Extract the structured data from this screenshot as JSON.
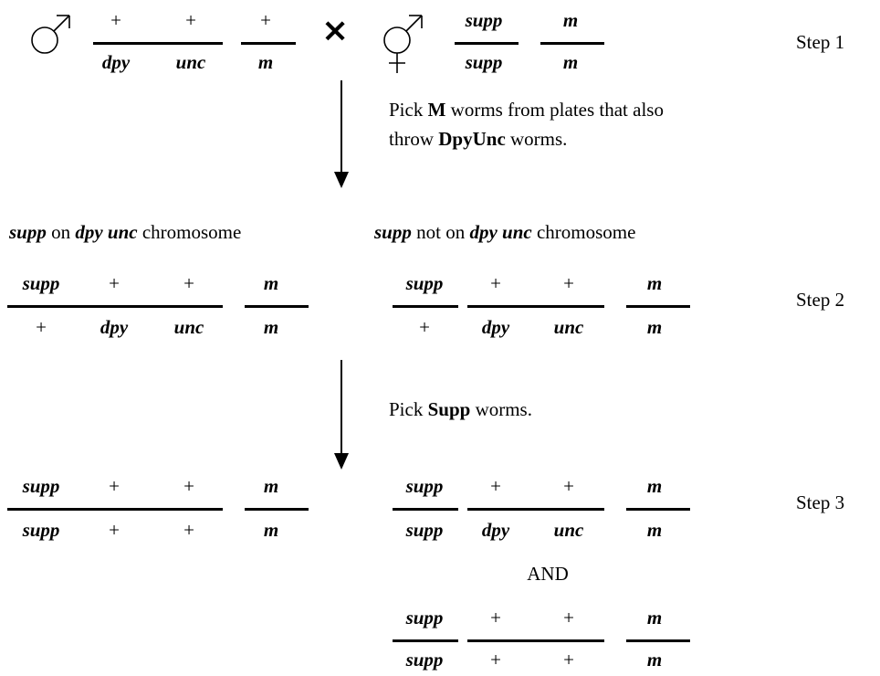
{
  "cross": {
    "times_symbol": "×",
    "male_left": {
      "top": [
        "+",
        "+"
      ],
      "bottom": [
        "dpy",
        "unc"
      ],
      "second": {
        "top": "+",
        "bottom": "m"
      }
    },
    "herm_right": {
      "first": {
        "top": "supp",
        "bottom": "supp"
      },
      "second": {
        "top": "m",
        "bottom": "m"
      }
    }
  },
  "steps": {
    "step1": "Step 1",
    "step2": "Step 2",
    "step3": "Step 3"
  },
  "instructions": {
    "pick1": {
      "pre": "Pick ",
      "bold1": "M",
      "mid1": " worms from plates that also",
      "pre2": "throw ",
      "bold2": "DpyUnc",
      "post2": " worms."
    },
    "pick2": {
      "pre": "Pick ",
      "bold": "Supp",
      "post": " worms."
    }
  },
  "headers": {
    "left": {
      "b1": "supp",
      "t1": " on ",
      "b2": "dpy unc",
      "t2": " chromosome"
    },
    "right": {
      "b1": "supp",
      "t1": " not on ",
      "b2": "dpy unc",
      "t2": " chromosome"
    }
  },
  "genotypes": {
    "s2_left": {
      "top": [
        "supp",
        "+",
        "+",
        "m"
      ],
      "bottom": [
        "+",
        "dpy",
        "unc",
        "m"
      ]
    },
    "s2_right": {
      "top": [
        "supp",
        "+",
        "+",
        "m"
      ],
      "bottom": [
        "+",
        "dpy",
        "unc",
        "m"
      ]
    },
    "s3_left": {
      "top": [
        "supp",
        "+",
        "+",
        "m"
      ],
      "bottom": [
        "supp",
        "+",
        "+",
        "m"
      ]
    },
    "s3_right_a": {
      "top": [
        "supp",
        "+",
        "+",
        "m"
      ],
      "bottom": [
        "supp",
        "dpy",
        "unc",
        "m"
      ]
    },
    "and": "AND",
    "s3_right_b": {
      "top": [
        "supp",
        "+",
        "+",
        "m"
      ],
      "bottom": [
        "supp",
        "+",
        "+",
        "m"
      ]
    }
  }
}
